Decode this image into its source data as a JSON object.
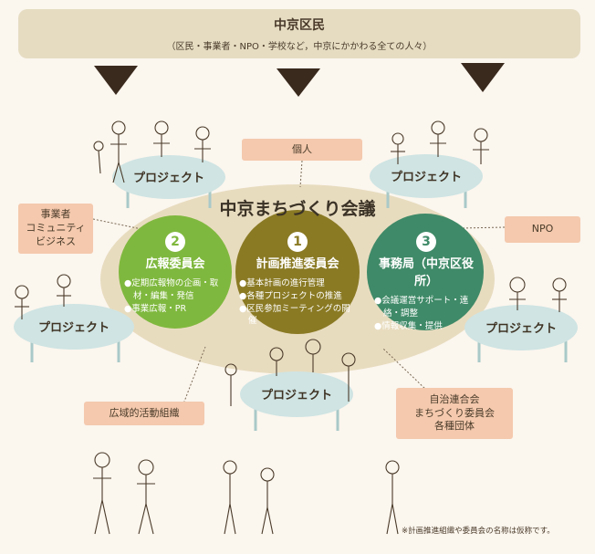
{
  "banner": {
    "title": "中京区民",
    "subtitle": "（区民・事業者・NPO・学校など，中京にかかわる全ての人々）"
  },
  "tags": {
    "individual": "個人",
    "business": [
      "事業者",
      "コミュニティ",
      "ビジネス"
    ],
    "npo": "NPO",
    "wide_area": "広域的活動組織",
    "local": [
      "自治連合会",
      "まちづくり委員会",
      "各種団体"
    ]
  },
  "project_label": "プロジェクト",
  "council": {
    "title": "中京まちづくり会議",
    "committees": [
      {
        "number": "2",
        "name": "広報委員会",
        "items": [
          "●定期広報物の企画・取材・編集・発信",
          "●事業広報・PR"
        ],
        "color": "#7fb83e"
      },
      {
        "number": "1",
        "name": "計画推進委員会",
        "items": [
          "●基本計画の進行管理",
          "●各種プロジェクトの推進",
          "●区民参加ミーティングの開催"
        ],
        "color": "#8a7a24"
      },
      {
        "number": "3",
        "name": "事務局（中京区役所）",
        "items": [
          "●会議運営サポート・連絡・調整",
          "●情報収集・提供"
        ],
        "color": "#3f8a68"
      }
    ]
  },
  "footnote": "※計画推進組織や委員会の名称は仮称です。",
  "colors": {
    "banner": "#e5dcc2",
    "oval": "#e8dcbf",
    "table": "#cfe4e3",
    "tag": "#f4c9ad",
    "arrow": "#3a2a1e"
  }
}
